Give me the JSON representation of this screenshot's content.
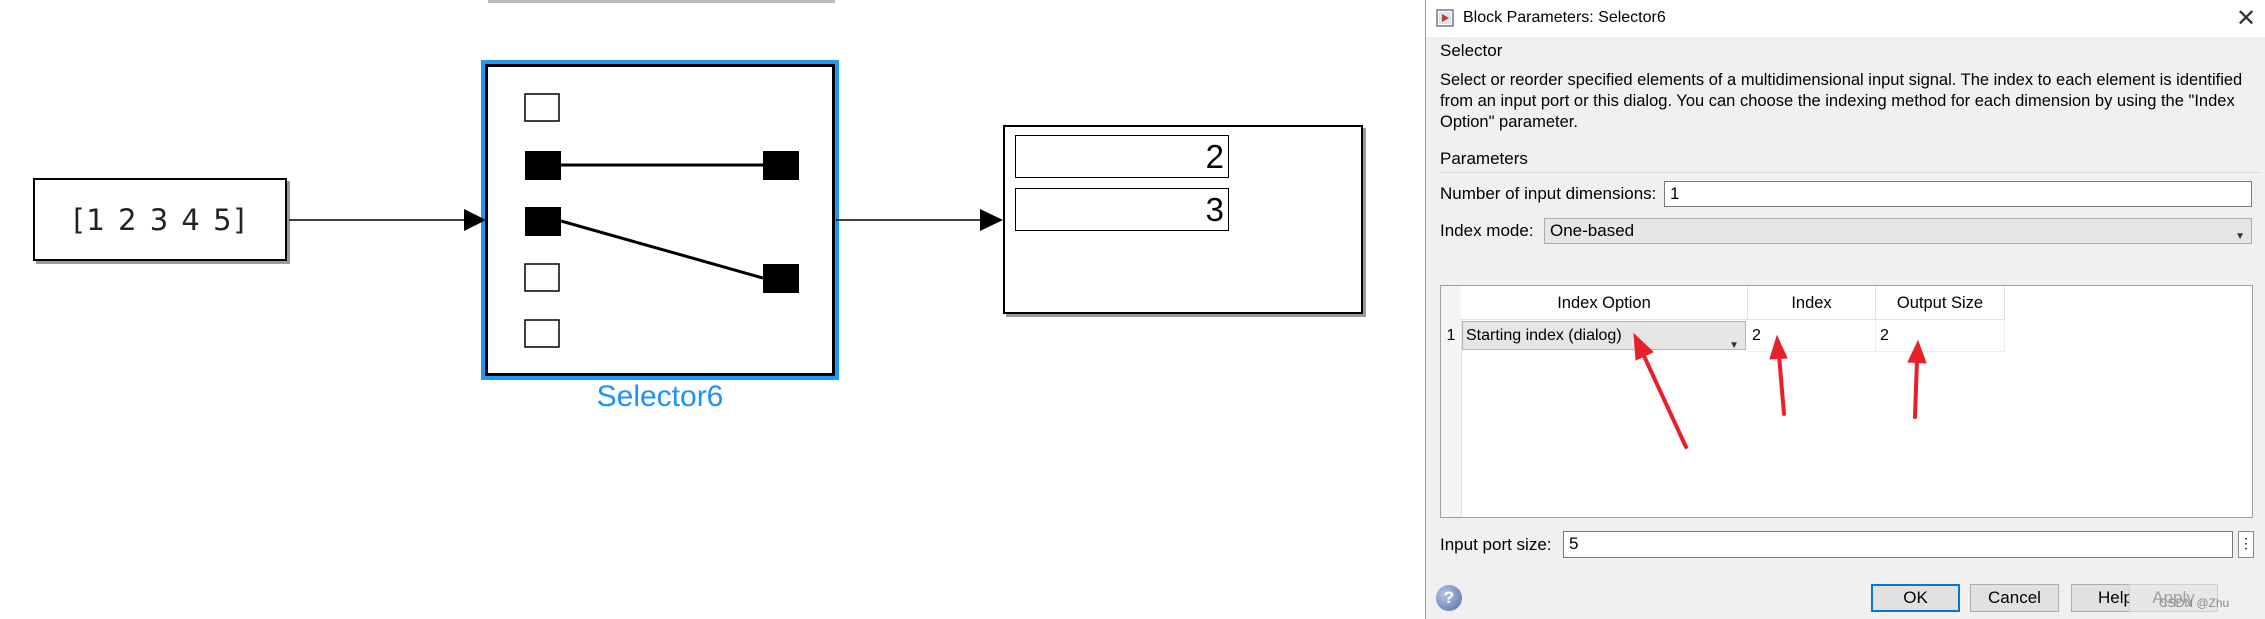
{
  "model": {
    "constant_value": "[1 2 3 4 5]",
    "selector_label": "Selector6",
    "display_values": [
      "2",
      "3"
    ]
  },
  "dialog": {
    "title": "Block Parameters: Selector6",
    "close_glyph": "✕",
    "block_type": "Selector",
    "description": "Select or reorder specified elements of a multidimensional input signal. The index to each element is identified from an input port or this dialog. You can choose the indexing method for each dimension by using the \"Index Option\" parameter.",
    "parameters_group": "Parameters",
    "num_input_dims_label": "Number of input dimensions:",
    "num_input_dims_value": "1",
    "index_mode_label": "Index mode:",
    "index_mode_value": "One-based",
    "table": {
      "headers": [
        "Index Option",
        "Index",
        "Output Size"
      ],
      "rows": [
        {
          "num": "1",
          "option": "Starting index (dialog)",
          "index": "2",
          "output_size": "2"
        }
      ]
    },
    "input_port_size_label": "Input port size:",
    "input_port_size_value": "5",
    "more_glyph": "⋮",
    "help_glyph": "?",
    "buttons": {
      "ok": "OK",
      "cancel": "Cancel",
      "help": "Help",
      "apply": "Apply"
    },
    "watermark": "CSDN @Zhu"
  },
  "colors": {
    "selection_blue": "#2196f3",
    "label_blue": "#1e90ff",
    "annotation_red": "#e8202a"
  },
  "icons": [
    "simulink-block-icon",
    "close-icon",
    "dropdown-caret-icon",
    "help-icon",
    "red-annotation-arrow-icon"
  ]
}
